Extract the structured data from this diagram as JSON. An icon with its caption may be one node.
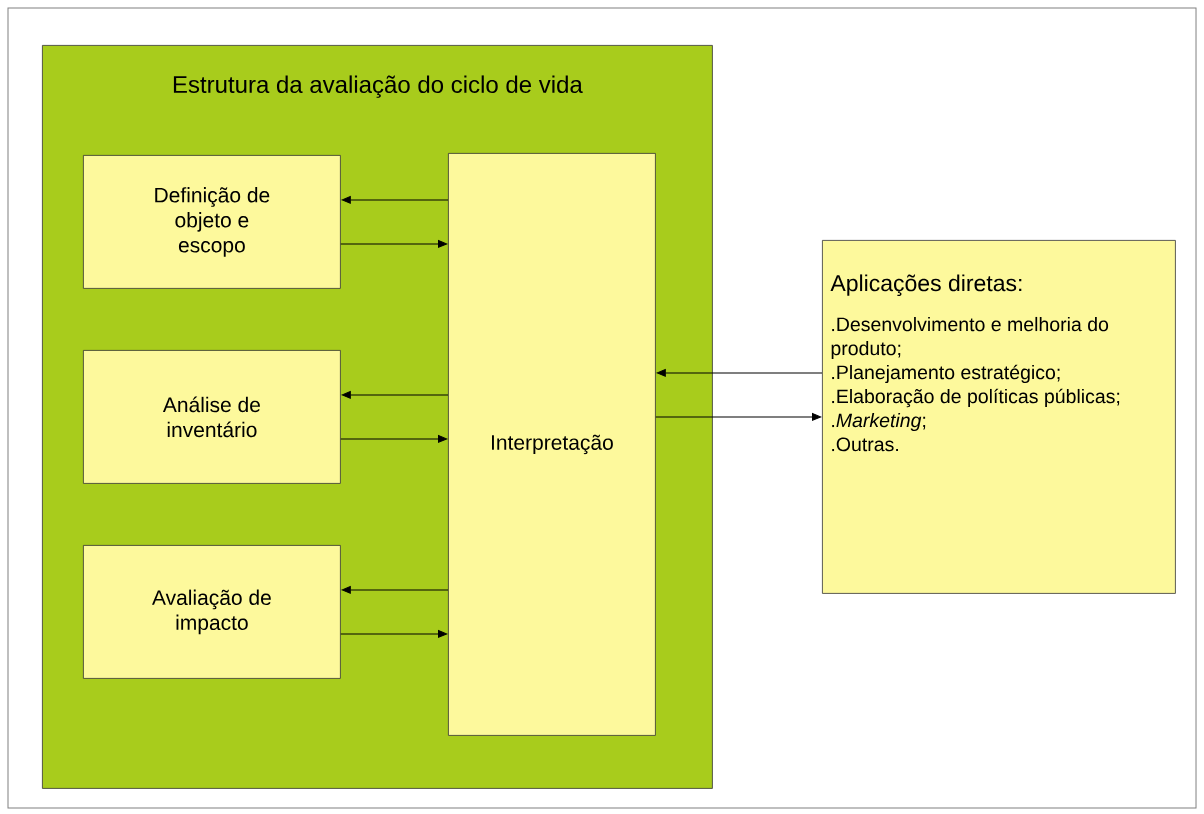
{
  "diagram": {
    "nodes": [
      {
        "text": [
          "Estrutura da avaliação do ciclo de vida"
        ]
      },
      {
        "text": [
          "Definição de objeto e escopo"
        ],
        "in": 0
      },
      {
        "text": [
          "Análise de inventário"
        ],
        "in": 0
      },
      {
        "text": [
          "Avaliação de impacto"
        ],
        "in": 0
      },
      {
        "text": [
          "Interpretação"
        ],
        "in": 0
      },
      {
        "text": [
          "Aplicações diretas:",
          ".Desenvolvimento e melhoria do produto;",
          ".Planejamento estratégico;",
          ".Elaboração de políticas públicas;",
          ".*Marketing*;",
          ".Outras."
        ]
      }
    ],
    "edges": [
      {
        "from": 4,
        "to": 1,
        "arrow": "to"
      },
      {
        "from": 1,
        "to": 4,
        "arrow": "to"
      },
      {
        "from": 4,
        "to": 2,
        "arrow": "to"
      },
      {
        "from": 2,
        "to": 4,
        "arrow": "to"
      },
      {
        "from": 4,
        "to": 3,
        "arrow": "to"
      },
      {
        "from": 3,
        "to": 4,
        "arrow": "to"
      },
      {
        "from": 5,
        "to": 4,
        "arrow": "to"
      },
      {
        "from": 4,
        "to": 5,
        "arrow": "to"
      }
    ]
  }
}
